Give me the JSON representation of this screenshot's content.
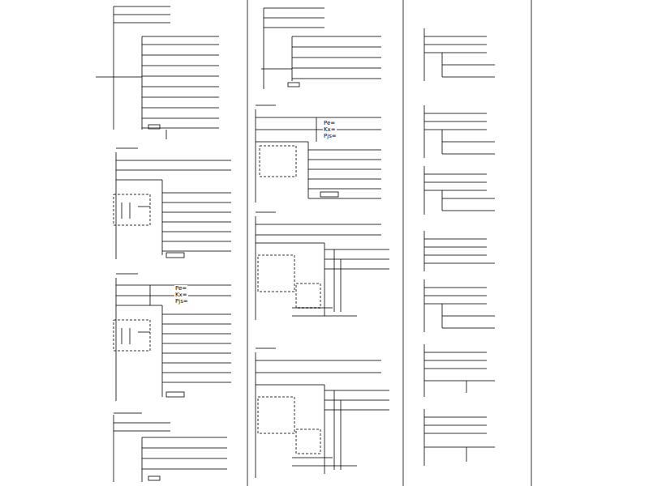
{
  "diagram": {
    "labels": [
      "Pe=",
      "Kx=",
      "Pjs=",
      "Pe=",
      "Kx=",
      "Pjs="
    ]
  }
}
